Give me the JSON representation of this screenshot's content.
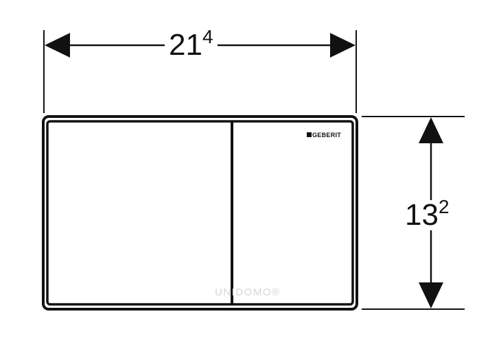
{
  "dimensions": {
    "width": {
      "main": "21",
      "sup": "4"
    },
    "height": {
      "main": "13",
      "sup": "2"
    }
  },
  "brand_logo": "GEBERIT",
  "watermark": "UNIDOMO®"
}
